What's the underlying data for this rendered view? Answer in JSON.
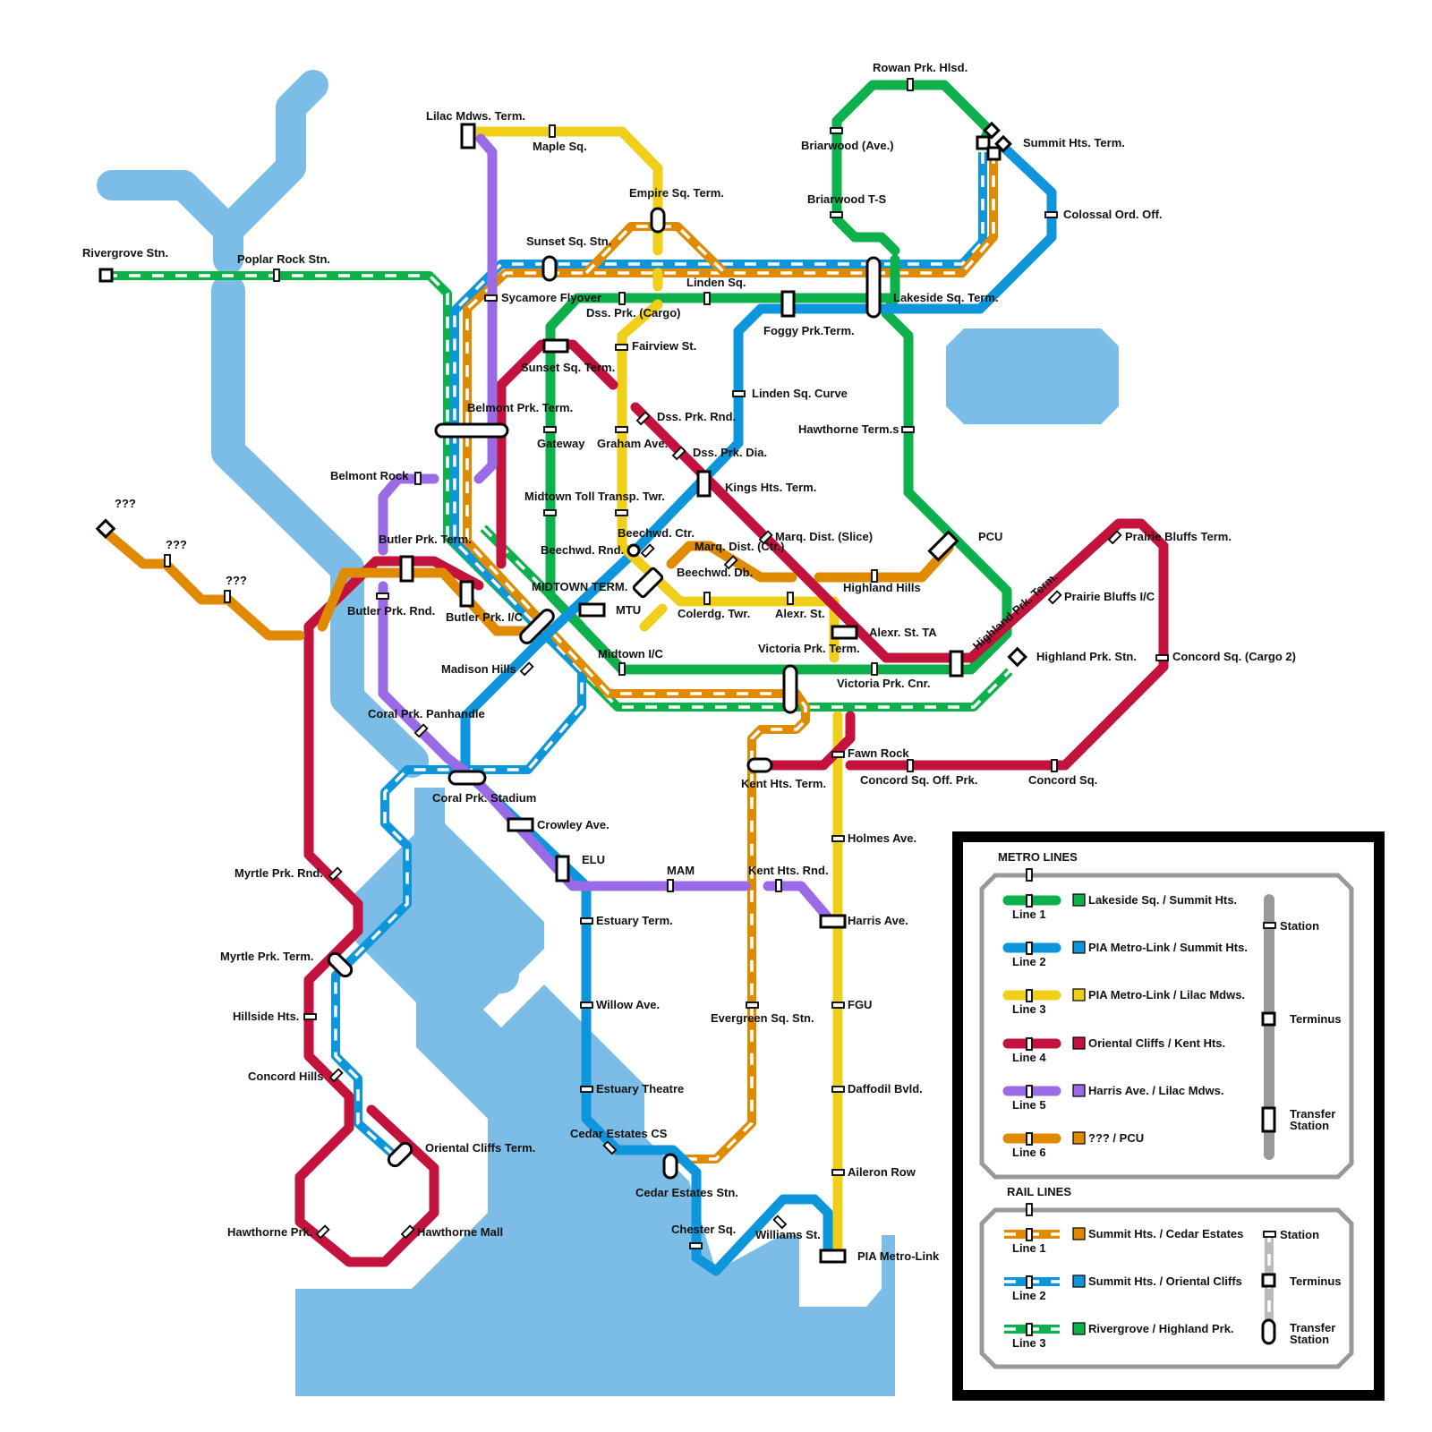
{
  "colors": {
    "water": "#7bbde6",
    "line1": "#0db14b",
    "line2": "#0e96dc",
    "line3": "#f0cf1b",
    "line4": "#c3123c",
    "line5": "#9b6be6",
    "line6": "#e08a00"
  },
  "stations": {
    "rivergrove": "Rivergrove Stn.",
    "poplar_rock": "Poplar Rock Stn.",
    "lilac_mdws": "Lilac Mdws. Term.",
    "maple_sq": "Maple Sq.",
    "rowan_prk": "Rowan Prk. Hlsd.",
    "summit_hts": "Summit Hts. Term.",
    "briarwood_ave": "Briarwood (Ave.)",
    "briarwood_ts": "Briarwood T-S",
    "colossal": "Colossal Ord. Off.",
    "empire_sq": "Empire Sq. Term.",
    "sunset_sq_stn": "Sunset Sq. Stn.",
    "linden_sq": "Linden Sq.",
    "sycamore": "Sycamore Flyover",
    "dss_cargo": "Dss. Prk. (Cargo)",
    "lakeside_sq": "Lakeside Sq. Term.",
    "foggy_prk": "Foggy Prk.Term.",
    "fairview": "Fairview St.",
    "sunset_sq_term": "Sunset Sq. Term.",
    "linden_curve": "Linden Sq. Curve",
    "belmont_prk": "Belmont Prk. Term.",
    "dss_rnd": "Dss. Prk. Rnd.",
    "hawthorne_term": "Hawthorne Term.s",
    "gateway": "Gateway",
    "graham": "Graham Ave.",
    "dss_dia": "Dss. Prk. Dia.",
    "belmont_rock": "Belmont Rock",
    "kings_hts": "Kings Hts. Term.",
    "midtown_toll": "Midtown Toll",
    "transp_twr": "Transp. Twr.",
    "q1": "???",
    "q2": "???",
    "q3": "???",
    "beechwd_ctr": "Beechwd. Ctr.",
    "marq_slice": "Marq. Dist. (Slice)",
    "pcu": "PCU",
    "prairie_bluffs": "Prairie Bluffs Term.",
    "beechwd_rnd": "Beechwd. Rnd.",
    "marq_ctr": "Marq. Dist. (Ctr.)",
    "butler_prk_term": "Butler Prk. Term.",
    "beechwd_db": "Beechwd. Db.",
    "highland_hills": "Highland Hills",
    "highland_prk_term": "Highland Prk. Term.",
    "midtown_term": "MIDTOWN TERM.",
    "prairie_ic": "Prairie Bluffs I/C",
    "butler_rnd": "Butler Prk. Rnd.",
    "butler_ic": "Butler Prk. I/C",
    "mtu": "MTU",
    "colerdg": "Colerdg. Twr.",
    "alexr_st": "Alexr. St.",
    "alexr_ta": "Alexr. St. TA",
    "victoria_term": "Victoria Prk. Term.",
    "midtown_ic": "Midtown I/C",
    "highland_prk_stn": "Highland Prk. Stn.",
    "concord_cargo": "Concord Sq. (Cargo 2)",
    "madison_hills": "Madison Hills",
    "victoria_cnr": "Victoria Prk. Cnr.",
    "coral_panhandle": "Coral Prk. Panhandle",
    "fawn_rock": "Fawn Rock",
    "kent_hts_term": "Kent Hts. Term.",
    "concord_off": "Concord Sq. Off. Prk.",
    "concord_sq": "Concord Sq.",
    "coral_stadium": "Coral Prk. Stadium",
    "crowley": "Crowley Ave.",
    "holmes": "Holmes Ave.",
    "elu": "ELU",
    "mam": "MAM",
    "kent_hts_rnd": "Kent Hts. Rnd.",
    "myrtle_rnd": "Myrtle Prk. Rnd.",
    "estuary_term": "Estuary Term.",
    "harris": "Harris Ave.",
    "myrtle_term": "Myrtle Prk. Term.",
    "willow": "Willow Ave.",
    "fgu": "FGU",
    "hillside": "Hillside Hts.",
    "evergreen": "Evergreen Sq. Stn.",
    "concord_hills": "Concord Hills",
    "estuary_theatre": "Estuary Theatre",
    "daffodil": "Daffodil Bvld.",
    "cedar_cs": "Cedar Estates CS",
    "oriental_cliffs": "Oriental Cliffs Term.",
    "aileron": "Aileron Row",
    "cedar_stn": "Cedar Estates Stn.",
    "hawthorne_prk": "Hawthorne Prk.",
    "hawthorne_mall": "Hawthorne Mall",
    "chester": "Chester Sq.",
    "williams": "Williams St.",
    "pia": "PIA Metro-Link"
  },
  "legend": {
    "metro_title": "METRO LINES",
    "rail_title": "RAIL LINES",
    "metro": [
      {
        "line": "Line 1",
        "route": "Lakeside Sq. / Summit Hts.",
        "color": "#0db14b"
      },
      {
        "line": "Line 2",
        "route": "PIA Metro-Link / Summit Hts.",
        "color": "#0e96dc"
      },
      {
        "line": "Line 3",
        "route": "PIA Metro-Link / Lilac Mdws.",
        "color": "#f0cf1b"
      },
      {
        "line": "Line 4",
        "route": "Oriental Cliffs / Kent Hts.",
        "color": "#c3123c"
      },
      {
        "line": "Line 5",
        "route": "Harris Ave. / Lilac Mdws.",
        "color": "#9b6be6"
      },
      {
        "line": "Line 6",
        "route": "??? / PCU",
        "color": "#e08a00"
      }
    ],
    "rail": [
      {
        "line": "Line 1",
        "route": "Summit Hts. / Cedar Estates",
        "color": "#e08a00"
      },
      {
        "line": "Line 2",
        "route": "Summit Hts. / Oriental Cliffs",
        "color": "#0e96dc"
      },
      {
        "line": "Line 3",
        "route": "Rivergrove / Highland Prk.",
        "color": "#0db14b"
      }
    ],
    "metro_keys": {
      "station": "Station",
      "terminus": "Terminus",
      "transfer": "Transfer",
      "transfer2": "Station"
    },
    "rail_keys": {
      "station": "Station",
      "terminus": "Terminus",
      "transfer": "Transfer",
      "transfer2": "Station"
    }
  }
}
